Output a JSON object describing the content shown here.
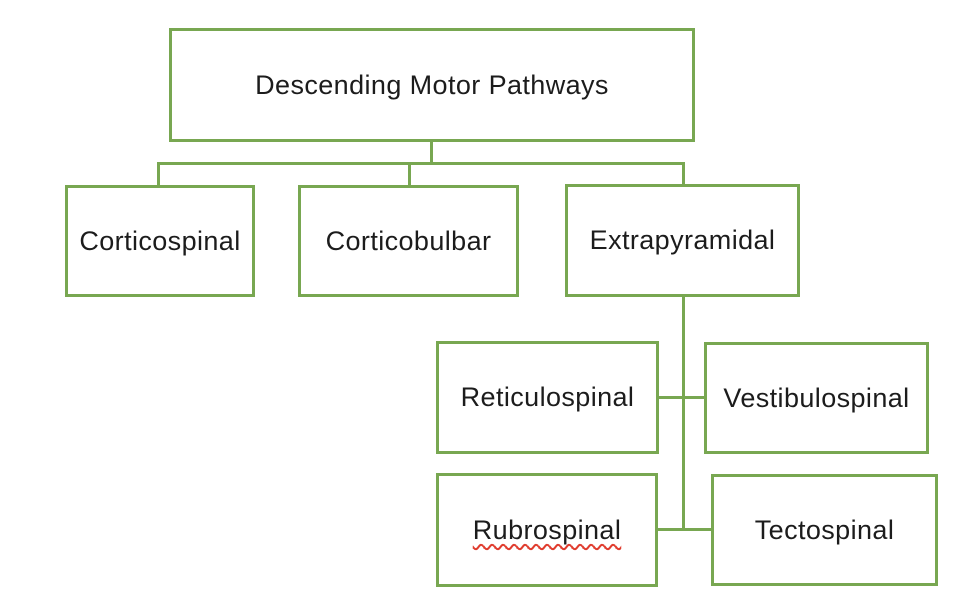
{
  "diagram": {
    "background_color": "#FFFFFF",
    "box_border_color": "#78A751",
    "text_color": "#1C1C1C",
    "spellcheck_underline_color": "#E03C2E",
    "root": {
      "label": "Descending Motor Pathways"
    },
    "branches": [
      {
        "label": "Corticospinal"
      },
      {
        "label": "Corticobulbar"
      },
      {
        "label": "Extrapyramidal"
      }
    ],
    "extrapyramidal_children": [
      {
        "label": "Reticulospinal",
        "spellcheck_flagged": false
      },
      {
        "label": "Vestibulospinal",
        "spellcheck_flagged": false
      },
      {
        "label": "Rubrospinal",
        "spellcheck_flagged": true
      },
      {
        "label": "Tectospinal",
        "spellcheck_flagged": false
      }
    ]
  }
}
